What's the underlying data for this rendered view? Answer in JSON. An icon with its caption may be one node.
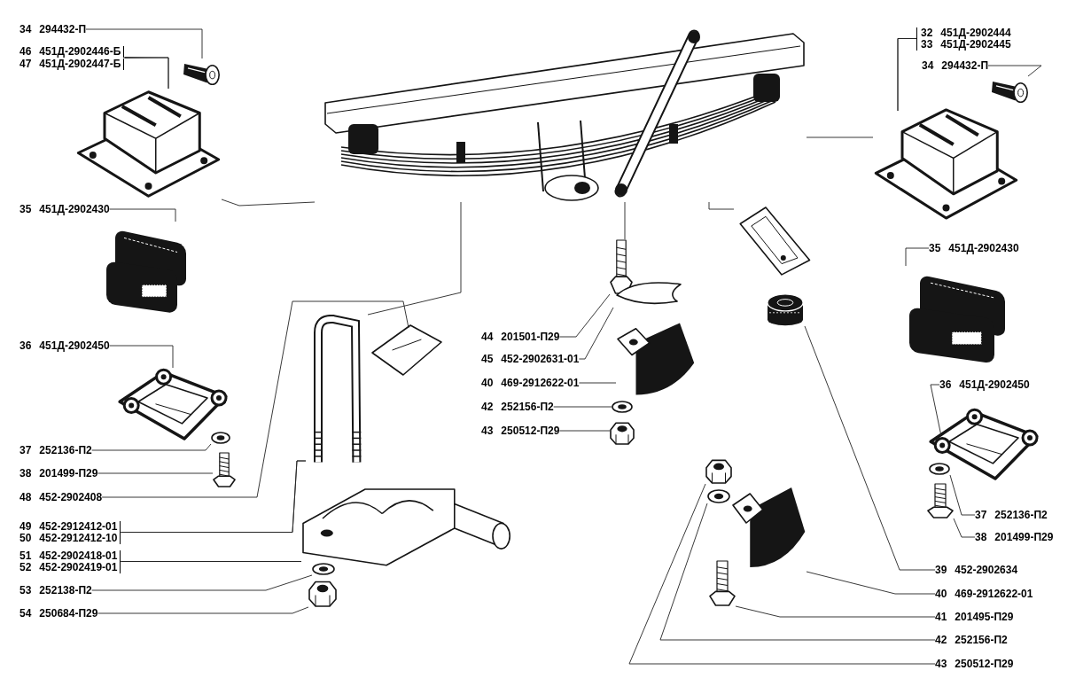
{
  "diagram": {
    "nodes": [
      {
        "text": [
          "34",
          "294432-П"
        ]
      },
      {
        "text": [
          "46",
          "451Д-2902446-Б"
        ]
      },
      {
        "text": [
          "47",
          "451Д-2902447-Б"
        ]
      },
      {
        "text": [
          "35",
          "451Д-2902430"
        ]
      },
      {
        "text": [
          "36",
          "451Д-2902450"
        ]
      },
      {
        "text": [
          "37",
          "252136-П2"
        ]
      },
      {
        "text": [
          "38",
          "201499-П29"
        ]
      },
      {
        "text": [
          "48",
          "452-2902408"
        ]
      },
      {
        "text": [
          "49",
          "452-2912412-01"
        ]
      },
      {
        "text": [
          "50",
          "452-2912412-10"
        ]
      },
      {
        "text": [
          "51",
          "452-2902418-01"
        ]
      },
      {
        "text": [
          "52",
          "452-2902419-01"
        ]
      },
      {
        "text": [
          "53",
          "252138-П2"
        ]
      },
      {
        "text": [
          "54",
          "250684-П29"
        ]
      },
      {
        "text": [
          "44",
          "201501-П29"
        ]
      },
      {
        "text": [
          "45",
          "452-2902631-01"
        ]
      },
      {
        "text": [
          "40",
          "469-2912622-01"
        ]
      },
      {
        "text": [
          "42",
          "252156-П2"
        ]
      },
      {
        "text": [
          "43",
          "250512-П29"
        ]
      },
      {
        "text": [
          "32",
          "451Д-2902444"
        ]
      },
      {
        "text": [
          "33",
          "451Д-2902445"
        ]
      },
      {
        "text": [
          "34",
          "294432-П"
        ]
      },
      {
        "text": [
          "35",
          "451Д-2902430"
        ]
      },
      {
        "text": [
          "36",
          "451Д-2902450"
        ]
      },
      {
        "text": [
          "37",
          "252136-П2"
        ]
      },
      {
        "text": [
          "38",
          "201499-П29"
        ]
      },
      {
        "text": [
          "39",
          "452-2902634"
        ]
      },
      {
        "text": [
          "40",
          "469-2912622-01"
        ]
      },
      {
        "text": [
          "41",
          "201495-П29"
        ]
      },
      {
        "text": [
          "42",
          "252156-П2"
        ]
      },
      {
        "text": [
          "43",
          "250512-П29"
        ]
      },
      {
        "text": [],
        "shape": "picture"
      },
      {
        "text": [],
        "shape": "picture"
      },
      {
        "text": [],
        "shape": "picture"
      },
      {
        "text": [],
        "shape": "picture"
      },
      {
        "text": [],
        "shape": "picture"
      },
      {
        "text": [],
        "shape": "picture"
      },
      {
        "text": [],
        "shape": "picture"
      },
      {
        "text": [],
        "shape": "picture"
      },
      {
        "text": [],
        "shape": "picture"
      },
      {
        "text": [],
        "shape": "picture"
      },
      {
        "text": [],
        "shape": "picture"
      },
      {
        "text": [],
        "shape": "picture"
      },
      {
        "text": [],
        "shape": "picture"
      },
      {
        "text": [],
        "shape": "picture"
      },
      {
        "text": [],
        "shape": "picture"
      },
      {
        "text": [],
        "shape": "picture"
      },
      {
        "text": [],
        "shape": "picture"
      },
      {
        "text": [],
        "shape": "picture"
      },
      {
        "text": [],
        "shape": "picture"
      },
      {
        "text": [],
        "shape": "picture"
      },
      {
        "text": [],
        "shape": "picture"
      },
      {
        "text": [],
        "shape": "picture"
      },
      {
        "text": [],
        "shape": "picture"
      },
      {
        "text": [],
        "shape": "picture"
      },
      {
        "text": [],
        "shape": "picture"
      },
      {
        "text": [],
        "shape": "picture"
      },
      {
        "text": [],
        "shape": "picture"
      },
      {
        "text": [],
        "shape": "picture"
      },
      {
        "text": [],
        "shape": "picture"
      }
    ],
    "edges": [
      {
        "from": 0,
        "to": 33,
        "arrow": "none"
      },
      {
        "from": 1,
        "to": 32,
        "arrow": "none"
      },
      {
        "from": 2,
        "to": 32,
        "arrow": "none"
      },
      {
        "from": 3,
        "to": 34,
        "arrow": "none"
      },
      {
        "from": 4,
        "to": 35,
        "arrow": "none"
      },
      {
        "from": 5,
        "to": 36,
        "arrow": "none"
      },
      {
        "from": 6,
        "to": 37,
        "arrow": "none"
      },
      {
        "from": 7,
        "to": 39,
        "arrow": "none"
      },
      {
        "from": 8,
        "to": 38,
        "arrow": "none"
      },
      {
        "from": 9,
        "to": 38,
        "arrow": "none"
      },
      {
        "from": 10,
        "to": 40,
        "arrow": "none"
      },
      {
        "from": 11,
        "to": 40,
        "arrow": "none"
      },
      {
        "from": 12,
        "to": 41,
        "arrow": "none"
      },
      {
        "from": 13,
        "to": 42,
        "arrow": "none"
      },
      {
        "from": 14,
        "to": 43,
        "arrow": "none"
      },
      {
        "from": 15,
        "to": 44,
        "arrow": "none"
      },
      {
        "from": 16,
        "to": 45,
        "arrow": "none"
      },
      {
        "from": 17,
        "to": 46,
        "arrow": "none"
      },
      {
        "from": 18,
        "to": 47,
        "arrow": "none"
      },
      {
        "from": 19,
        "to": 54,
        "arrow": "none"
      },
      {
        "from": 20,
        "to": 54,
        "arrow": "none"
      },
      {
        "from": 21,
        "to": 55,
        "arrow": "none"
      },
      {
        "from": 22,
        "to": 56,
        "arrow": "none"
      },
      {
        "from": 23,
        "to": 57,
        "arrow": "none"
      },
      {
        "from": 24,
        "to": 58,
        "arrow": "none"
      },
      {
        "from": 25,
        "to": 59,
        "arrow": "none"
      },
      {
        "from": 26,
        "to": 49,
        "arrow": "none"
      },
      {
        "from": 27,
        "to": 52,
        "arrow": "none"
      },
      {
        "from": 28,
        "to": 53,
        "arrow": "none"
      },
      {
        "from": 29,
        "to": 51,
        "arrow": "none"
      },
      {
        "from": 30,
        "to": 50,
        "arrow": "none"
      },
      {
        "from": 32,
        "to": 31,
        "arrow": "none"
      },
      {
        "from": 38,
        "to": 31,
        "arrow": "none"
      },
      {
        "from": 43,
        "to": 31,
        "arrow": "none"
      },
      {
        "from": 48,
        "to": 31,
        "arrow": "none"
      },
      {
        "from": 54,
        "to": 31,
        "arrow": "none"
      }
    ]
  }
}
